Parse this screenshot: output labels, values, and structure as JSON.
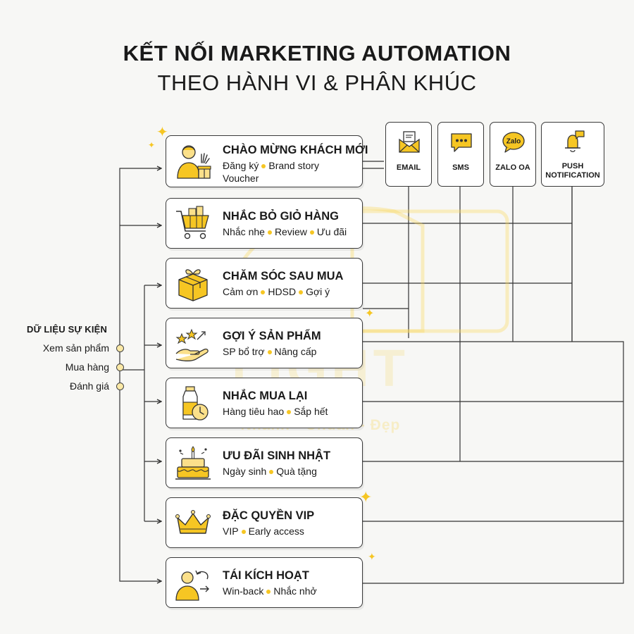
{
  "title": {
    "main": "KẾT NỐI MARKETING AUTOMATION",
    "sub": "THEO HÀNH VI & PHÂN KHÚC"
  },
  "watermark": {
    "brand": "LIGHT",
    "tagline": "Nhanh - Chuẩn - Đẹp"
  },
  "sources": {
    "heading": "DỮ LIỆU SỰ KIỆN",
    "items": [
      "Xem sản phẩm",
      "Mua hàng",
      "Đánh giá"
    ]
  },
  "channels": [
    {
      "label": "EMAIL",
      "icon": "email-icon"
    },
    {
      "label": "SMS",
      "icon": "sms-icon"
    },
    {
      "label": "ZALO OA",
      "icon": "zalo-icon",
      "icon_text": "Zalo"
    },
    {
      "label": "PUSH NOTIFICATION",
      "icon": "bell-icon"
    }
  ],
  "flows": [
    {
      "title": "CHÀO MỪNG KHÁCH MỚI",
      "tags": [
        "Đăng ký",
        "Brand story"
      ],
      "extra": "Voucher",
      "icon": "waving-person-gift-icon"
    },
    {
      "title": "NHẮC BỎ GIỎ HÀNG",
      "tags": [
        "Nhắc nhẹ",
        "Review",
        "Ưu đãi"
      ],
      "icon": "shopping-cart-icon"
    },
    {
      "title": "CHĂM SÓC SAU MUA",
      "tags": [
        "Cảm ơn",
        "HDSD",
        "Gợi ý"
      ],
      "icon": "gift-box-icon"
    },
    {
      "title": "GỢI Ý SẢN PHẨM",
      "tags": [
        "SP bổ trợ",
        "Nâng cấp"
      ],
      "icon": "stars-hand-icon"
    },
    {
      "title": "NHẮC MUA LẠI",
      "tags": [
        "Hàng tiêu hao",
        "Sắp hết"
      ],
      "icon": "bottle-clock-icon"
    },
    {
      "title": "ƯU ĐÃI SINH NHẬT",
      "tags": [
        "Ngày sinh",
        "Quà tặng"
      ],
      "icon": "birthday-cake-icon"
    },
    {
      "title": "ĐẶC QUYỀN VIP",
      "tags": [
        "VIP",
        "Early access"
      ],
      "icon": "crown-icon"
    },
    {
      "title": "TÁI KÍCH HOẠT",
      "tags": [
        "Win-back",
        "Nhắc nhở"
      ],
      "icon": "reactivate-user-icon"
    }
  ],
  "colors": {
    "accent": "#f6c623",
    "accent_light": "#fbe08a",
    "line": "#333333",
    "background": "#f7f7f5"
  }
}
